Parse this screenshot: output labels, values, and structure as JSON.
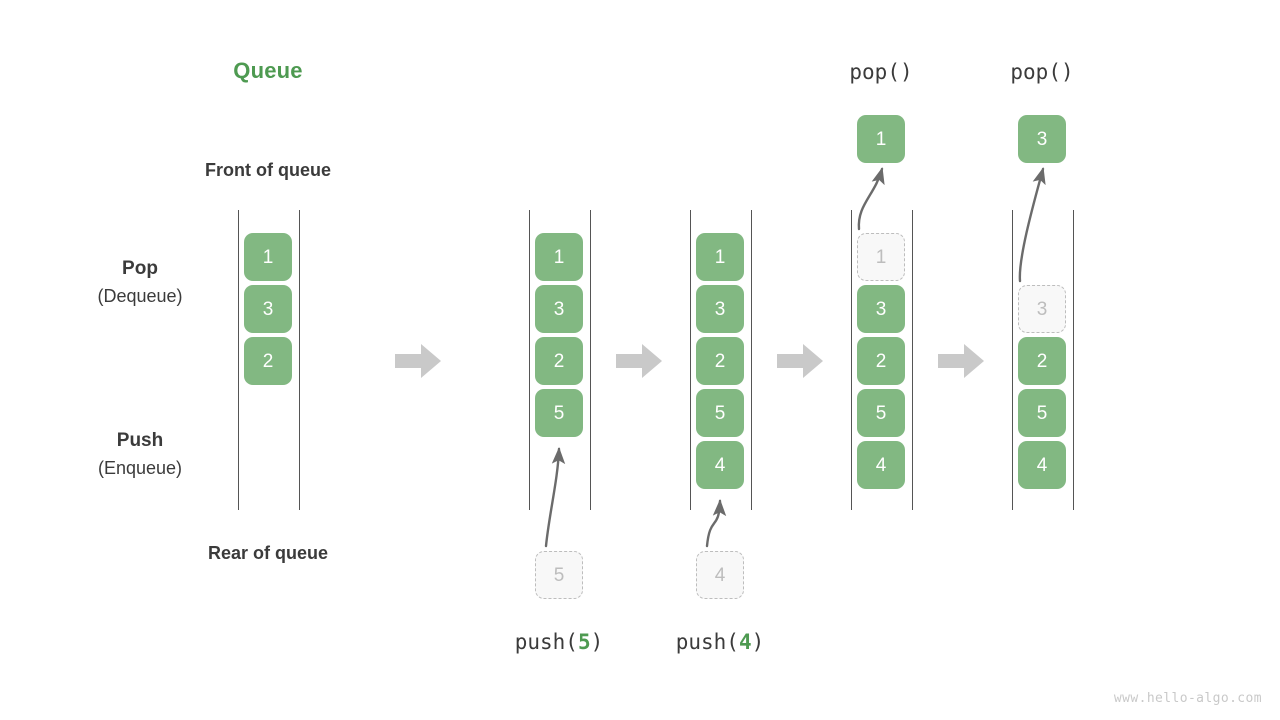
{
  "diagram": {
    "title": "Queue",
    "title_color": "#4e9a51",
    "accent_color": "#82b882",
    "ghost_color": "#bdbdbd",
    "arrow_color": "#c9c9c9",
    "watermark": "www.hello-algo.com",
    "labels": {
      "front_of_queue": "Front of queue",
      "rear_of_queue": "Rear of queue",
      "pop_main": "Pop",
      "pop_sub": "(Dequeue)",
      "push_main": "Push",
      "push_sub": "(Enqueue)"
    },
    "columns": [
      {
        "id": "initial",
        "cells": [
          {
            "value": "1",
            "state": "filled"
          },
          {
            "value": "3",
            "state": "filled"
          },
          {
            "value": "2",
            "state": "filled"
          }
        ],
        "incoming": null,
        "outgoing": null,
        "caption": null,
        "top_label": null
      },
      {
        "id": "after-push-5",
        "cells": [
          {
            "value": "1",
            "state": "filled"
          },
          {
            "value": "3",
            "state": "filled"
          },
          {
            "value": "2",
            "state": "filled"
          },
          {
            "value": "5",
            "state": "filled"
          }
        ],
        "incoming": {
          "value": "5",
          "state": "ghost"
        },
        "outgoing": null,
        "caption": {
          "prefix": "push(",
          "arg": "5",
          "suffix": ")"
        },
        "top_label": null
      },
      {
        "id": "after-push-4",
        "cells": [
          {
            "value": "1",
            "state": "filled"
          },
          {
            "value": "3",
            "state": "filled"
          },
          {
            "value": "2",
            "state": "filled"
          },
          {
            "value": "5",
            "state": "filled"
          },
          {
            "value": "4",
            "state": "filled"
          }
        ],
        "incoming": {
          "value": "4",
          "state": "ghost"
        },
        "outgoing": null,
        "caption": {
          "prefix": "push(",
          "arg": "4",
          "suffix": ")"
        },
        "top_label": null
      },
      {
        "id": "after-pop-1",
        "cells": [
          {
            "value": "1",
            "state": "ghost"
          },
          {
            "value": "3",
            "state": "filled"
          },
          {
            "value": "2",
            "state": "filled"
          },
          {
            "value": "5",
            "state": "filled"
          },
          {
            "value": "4",
            "state": "filled"
          }
        ],
        "incoming": null,
        "outgoing": {
          "value": "1",
          "state": "filled"
        },
        "caption": null,
        "top_label": "pop()"
      },
      {
        "id": "after-pop-3",
        "cells": [
          {
            "value": "",
            "state": "empty"
          },
          {
            "value": "3",
            "state": "ghost"
          },
          {
            "value": "2",
            "state": "filled"
          },
          {
            "value": "5",
            "state": "filled"
          },
          {
            "value": "4",
            "state": "filled"
          }
        ],
        "incoming": null,
        "outgoing": {
          "value": "3",
          "state": "filled"
        },
        "caption": null,
        "top_label": "pop()"
      }
    ],
    "transition_arrows": [
      {
        "id": "t1"
      },
      {
        "id": "t2"
      },
      {
        "id": "t3"
      },
      {
        "id": "t4"
      }
    ]
  }
}
